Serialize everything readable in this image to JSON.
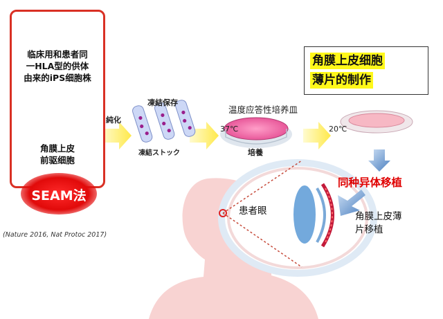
{
  "left_panel": {
    "source_lines": [
      "临床用和患者同",
      "一HLA型的供体",
      "由来的iPS细胞株"
    ],
    "cell_lines": [
      "角膜上皮",
      "前驱细胞"
    ],
    "method_label": "SEAM法"
  },
  "citation": "(Nature 2016, Nat Protoc 2017)",
  "steps": {
    "purification": "純化",
    "frozen_storage": "凍結保存",
    "frozen_stock": "凍結ストック",
    "dish_title": "温度应答性培养皿",
    "temp_37": "37℃",
    "culture": "培養",
    "temp_20": "20℃"
  },
  "title_lines": [
    "角膜上皮细胞",
    "薄片的制作"
  ],
  "allogeneic_label": "同种异体移植",
  "transplant_lines": [
    "角膜上皮薄",
    "片移植"
  ],
  "patient_eye_label": "患者眼",
  "colors": {
    "accent_red": "#d93024",
    "highlight_yellow": "#fff81a",
    "arrow_yellow": "#fff25a",
    "skin": "#f6d0cf"
  }
}
